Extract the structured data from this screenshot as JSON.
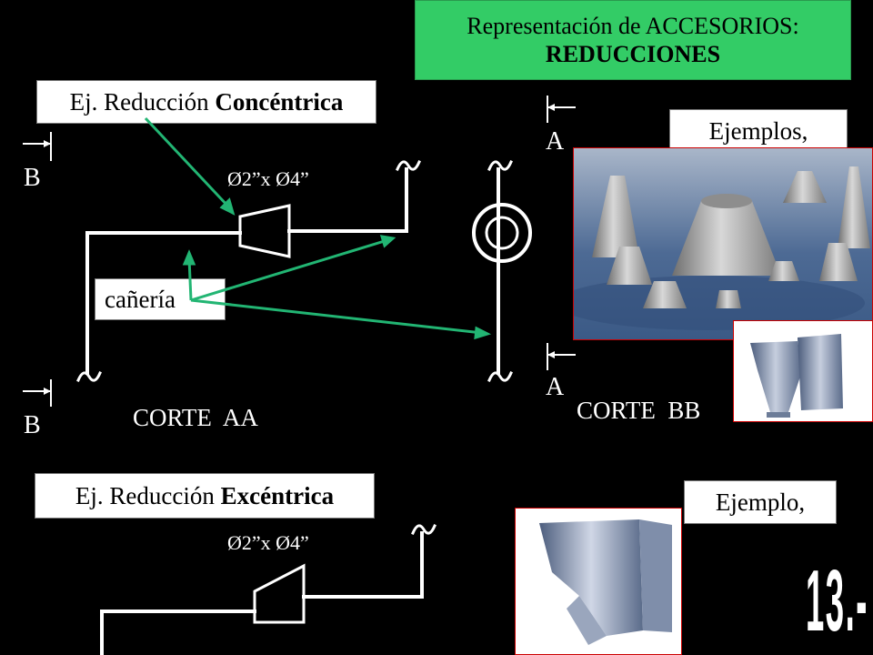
{
  "title": {
    "line1": "Representación de ACCESORIOS:",
    "line2": "REDUCCIONES"
  },
  "concentric": {
    "label_prefix": "Ej. Reducción ",
    "label_bold": "Concéntrica",
    "dimension": "Ø2”x Ø4”",
    "pipe_label": "cañería",
    "cut_aa": "CORTE  AA",
    "cut_bb": "CORTE  BB",
    "section_b_top": "B",
    "section_b_bottom": "B",
    "section_a_top": "A",
    "section_a_bottom": "A"
  },
  "examples": {
    "label": "Ejemplos,"
  },
  "eccentric": {
    "label_prefix": "Ej. Reducción ",
    "label_bold": "Excéntrica",
    "dimension": "Ø2”x Ø4”",
    "example_label": "Ejemplo,"
  },
  "slide_number": "13.-",
  "colors": {
    "background": "#000000",
    "title_box": "#33cc66",
    "arrow_green": "#22b573",
    "photo_border": "#cc0000"
  }
}
